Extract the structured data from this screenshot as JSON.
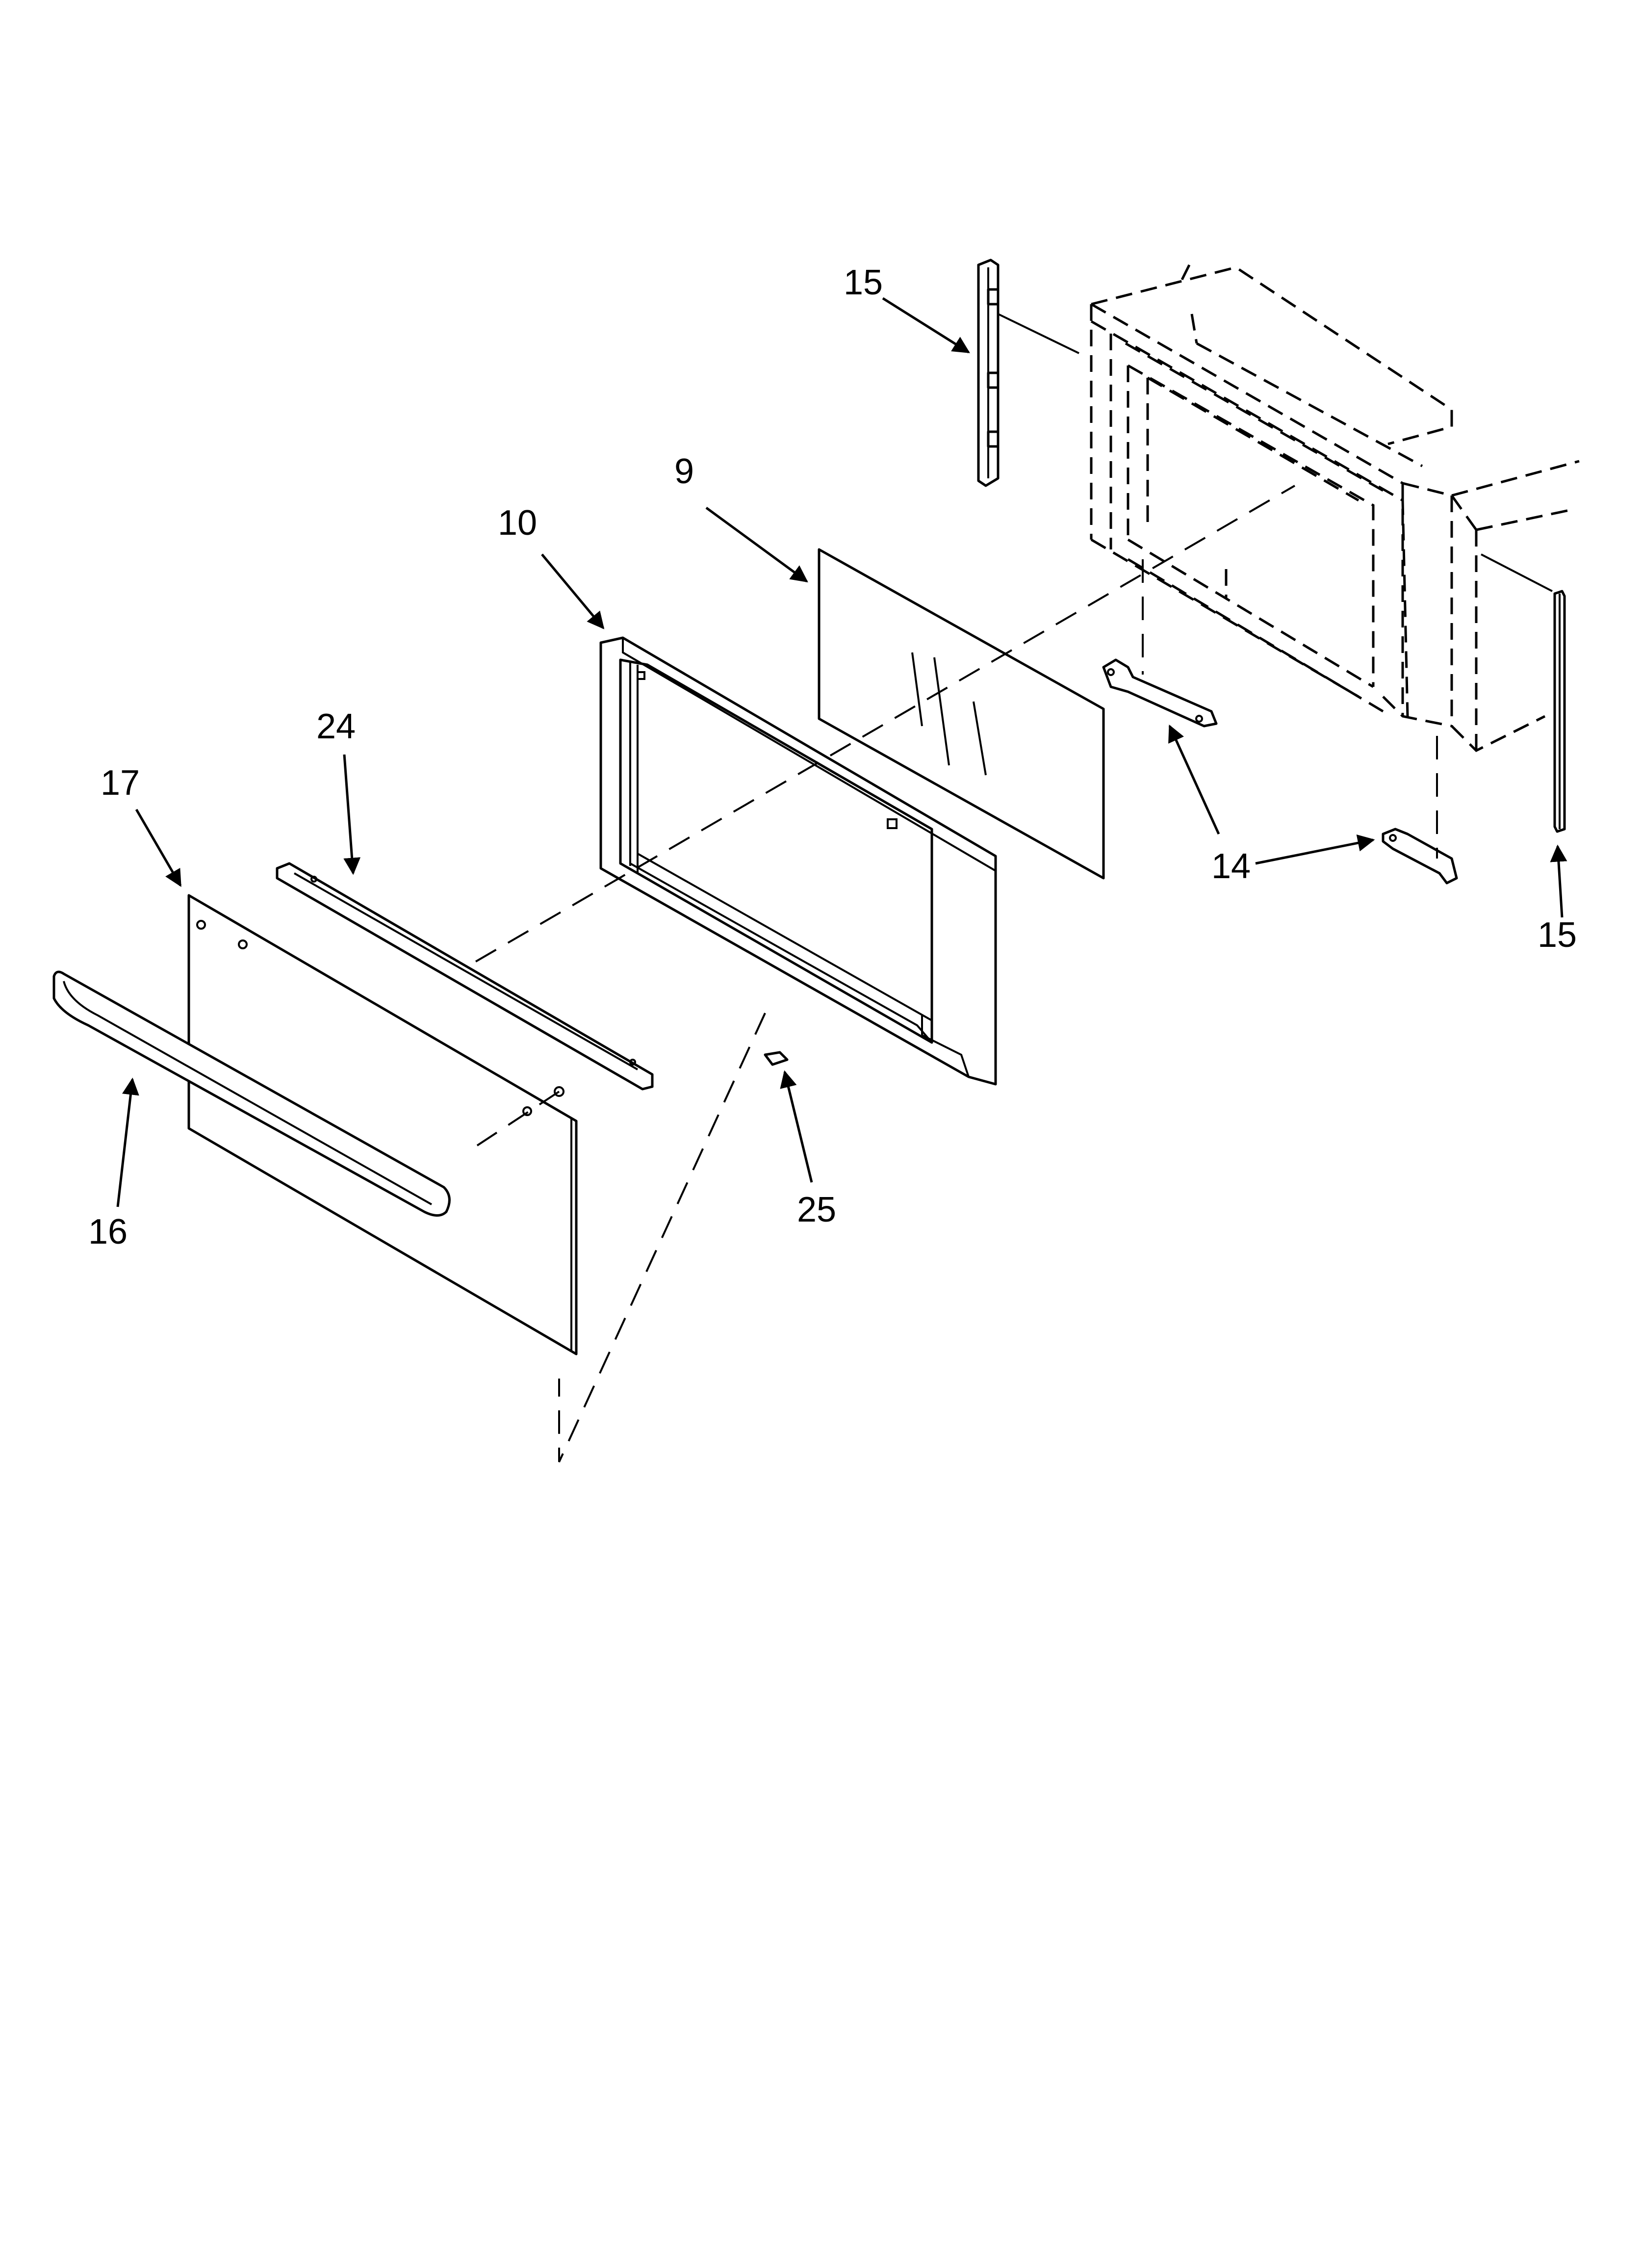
{
  "diagram": {
    "type": "exploded-parts-view",
    "callouts": [
      {
        "id": "c15a",
        "label": "15"
      },
      {
        "id": "c9",
        "label": "9"
      },
      {
        "id": "c10",
        "label": "10"
      },
      {
        "id": "c24",
        "label": "24"
      },
      {
        "id": "c17",
        "label": "17"
      },
      {
        "id": "c14",
        "label": "14"
      },
      {
        "id": "c15b",
        "label": "15"
      },
      {
        "id": "c25",
        "label": "25"
      },
      {
        "id": "c16",
        "label": "16"
      }
    ]
  }
}
